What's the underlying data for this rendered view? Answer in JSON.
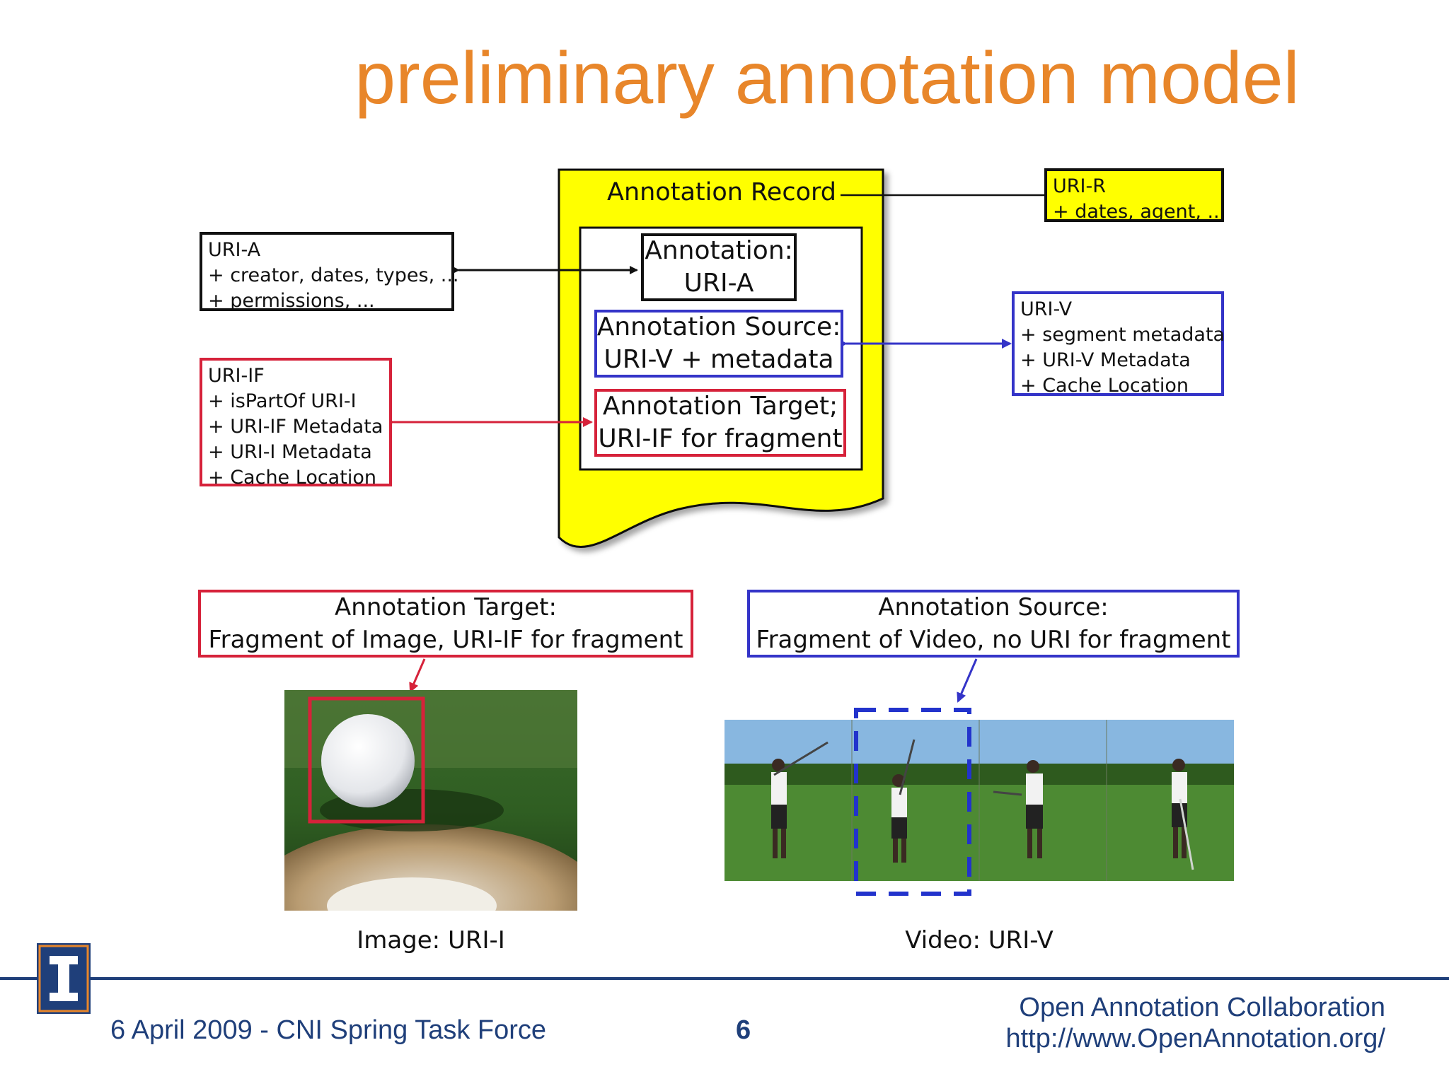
{
  "title": "preliminary annotation model",
  "record": {
    "label": "Annotation Record",
    "annotation_line1": "Annotation:",
    "annotation_line2": "URI-A",
    "source_line1": "Annotation Source:",
    "source_line2": "URI-V + metadata",
    "target_line1": "Annotation Target;",
    "target_line2": "URI-IF for fragment"
  },
  "uri_r": [
    "URI-R",
    "+ dates, agent, ..."
  ],
  "uri_a": [
    "URI-A",
    "+ creator, dates, types, ...",
    "+ permissions, ..."
  ],
  "uri_if": [
    "URI-IF",
    "+ isPartOf URI-I",
    "+ URI-IF Metadata",
    "+ URI-I Metadata",
    "+ Cache Location"
  ],
  "uri_v": [
    "URI-V",
    "+ segment metadata",
    "+ URI-V Metadata",
    "+ Cache Location"
  ],
  "target_callout": {
    "line1": "Annotation Target:",
    "line2": "Fragment of Image, URI-IF for fragment"
  },
  "source_callout": {
    "line1": "Annotation Source:",
    "line2": "Fragment of Video, no URI for fragment"
  },
  "image_caption": "Image: URI-I",
  "video_caption": "Video: URI-V",
  "footer": {
    "date_event": "6 April 2009 - CNI Spring Task Force",
    "page_number": "6",
    "org": "Open Annotation Collaboration",
    "url": "http://www.OpenAnnotation.org/"
  },
  "colors": {
    "title": "#e8862a",
    "red": "#d6223a",
    "blue": "#3434c8",
    "yellow": "#ffff00",
    "footer": "#1f3f7a"
  },
  "icons": {
    "logo": "illinois-block-i-logo"
  }
}
